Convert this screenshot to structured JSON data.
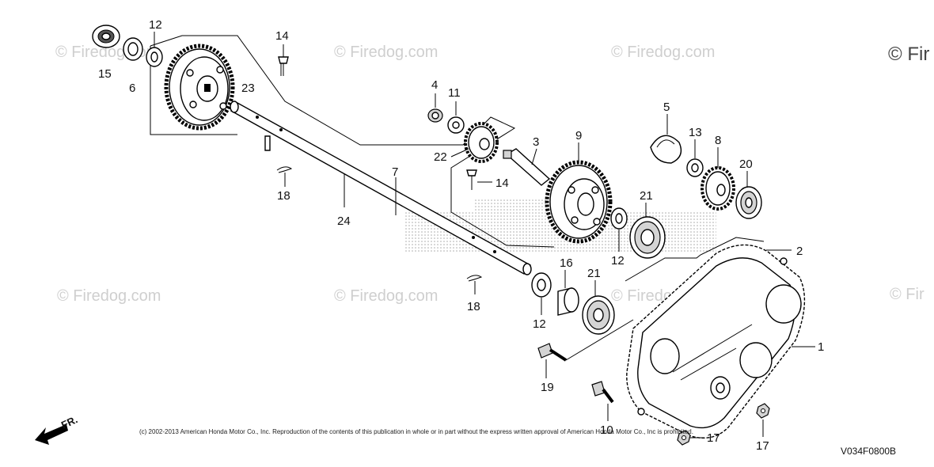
{
  "watermarks": {
    "corner": "© Fir",
    "repeat": "© Firedog.com",
    "repeat_year": "© Firedog.com",
    "year": "© Firedog.com",
    "edge": "© Fir"
  },
  "callouts": [
    {
      "id": "1",
      "text": "1"
    },
    {
      "id": "2",
      "text": "2"
    },
    {
      "id": "3",
      "text": "3"
    },
    {
      "id": "4",
      "text": "4"
    },
    {
      "id": "5",
      "text": "5"
    },
    {
      "id": "6",
      "text": "6"
    },
    {
      "id": "7",
      "text": "7"
    },
    {
      "id": "8",
      "text": "8"
    },
    {
      "id": "9",
      "text": "9"
    },
    {
      "id": "10",
      "text": "10"
    },
    {
      "id": "11",
      "text": "11"
    },
    {
      "id": "12a",
      "text": "12"
    },
    {
      "id": "12b",
      "text": "12"
    },
    {
      "id": "12c",
      "text": "12"
    },
    {
      "id": "13",
      "text": "13"
    },
    {
      "id": "14a",
      "text": "14"
    },
    {
      "id": "14b",
      "text": "14"
    },
    {
      "id": "15",
      "text": "15"
    },
    {
      "id": "16",
      "text": "16"
    },
    {
      "id": "17a",
      "text": "17"
    },
    {
      "id": "17b",
      "text": "17"
    },
    {
      "id": "18a",
      "text": "18"
    },
    {
      "id": "18b",
      "text": "18"
    },
    {
      "id": "19",
      "text": "19"
    },
    {
      "id": "20",
      "text": "20"
    },
    {
      "id": "21a",
      "text": "21"
    },
    {
      "id": "21b",
      "text": "21"
    },
    {
      "id": "22",
      "text": "22"
    },
    {
      "id": "23",
      "text": "23"
    },
    {
      "id": "24",
      "text": "24"
    }
  ],
  "direction_label": "FR.",
  "copyright": "(c) 2002-2013 American Honda Motor Co., Inc. Reproduction of the contents of this publication in whole or in part without the express written approval of American Honda Motor Co., Inc is prohibited.",
  "diagram_code": "V034F0800B"
}
